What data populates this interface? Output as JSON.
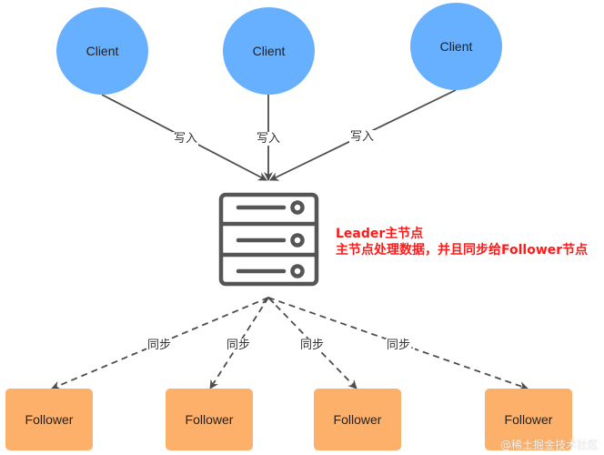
{
  "diagram": {
    "clients": [
      {
        "label": "Client"
      },
      {
        "label": "Client"
      },
      {
        "label": "Client"
      }
    ],
    "write_edges": [
      {
        "label": "写入"
      },
      {
        "label": "写入"
      },
      {
        "label": "写入"
      }
    ],
    "leader": {
      "icon": "server-icon",
      "title": "Leader主节点",
      "description": "主节点处理数据，并且同步给Follower节点",
      "note_color": "#ff1a1a"
    },
    "sync_edges": [
      {
        "label": "同步"
      },
      {
        "label": "同步"
      },
      {
        "label": "同步"
      },
      {
        "label": "同步."
      }
    ],
    "followers": [
      {
        "label": "Follower"
      },
      {
        "label": "Follower"
      },
      {
        "label": "Follower"
      },
      {
        "label": "Follower"
      }
    ],
    "colors": {
      "client_fill": "#66b0ff",
      "follower_fill": "#fdb06a",
      "edge": "#4d4d4d",
      "server_stroke": "#555555"
    },
    "watermark": "@稀土掘金技术社区"
  }
}
